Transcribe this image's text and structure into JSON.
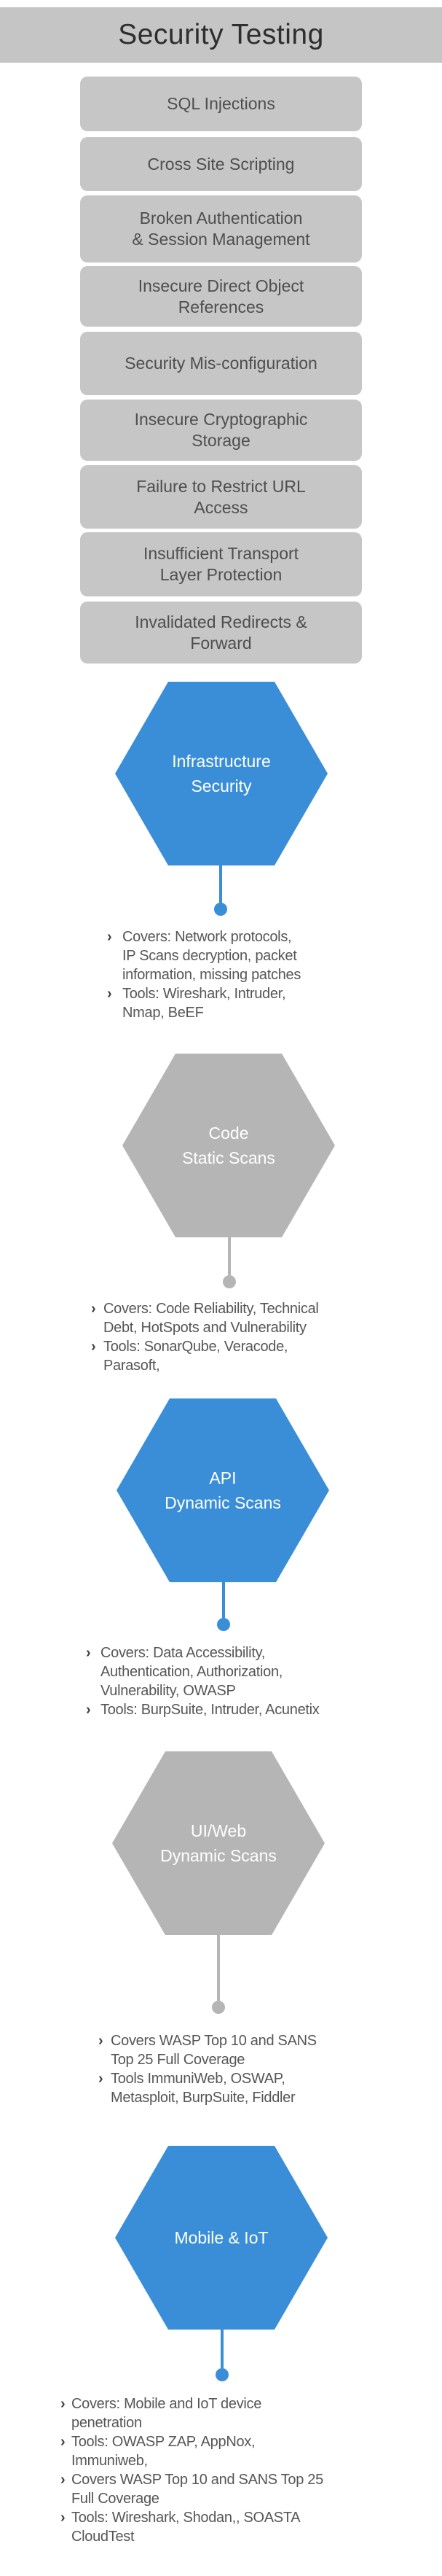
{
  "page": {
    "title": "Security Testing"
  },
  "colors": {
    "accent_blue": "#3a8ed8",
    "shape_gray": "#b5b5b5",
    "panel_gray": "#c6c6c6",
    "band_gray": "#c5c5c5",
    "bullet_text": "#565656",
    "box_text": "#4e4e4e"
  },
  "marker_glyph": "›",
  "topic_boxes": [
    "SQL Injections",
    "Cross Site Scripting",
    "Broken Authentication\n& Session Management",
    "Insecure Direct Object\nReferences",
    "Security Mis-configuration",
    "Insecure Cryptographic\nStorage",
    "Failure to Restrict URL\nAccess",
    "Insufficient Transport\nLayer Protection",
    "Invalidated Redirects &\nForward"
  ],
  "sections": [
    {
      "label": "Infrastructure\nSecurity",
      "color": "blue",
      "bullets": [
        "Covers: Network protocols,\nIP Scans decryption, packet\ninformation, missing patches",
        "Tools: Wireshark, Intruder,\nNmap, BeEF"
      ]
    },
    {
      "label": "Code\nStatic Scans",
      "color": "gray",
      "bullets": [
        "Covers: Code Reliability, Technical\nDebt, HotSpots and Vulnerability",
        "Tools: SonarQube, Veracode,\nParasoft,"
      ]
    },
    {
      "label": "API\nDynamic Scans",
      "color": "blue",
      "bullets": [
        "Covers: Data Accessibility,\nAuthentication, Authorization,\nVulnerability, OWASP",
        "Tools: BurpSuite, Intruder, Acunetix"
      ]
    },
    {
      "label": "UI/Web\nDynamic Scans",
      "color": "gray",
      "bullets": [
        "Covers WASP Top 10 and SANS\nTop 25 Full Coverage",
        "Tools ImmuniWeb, OSWAP,\nMetasploit, BurpSuite, Fiddler"
      ]
    },
    {
      "label": "Mobile & IoT",
      "color": "blue",
      "bullets": [
        "Covers: Mobile and IoT device\npenetration",
        "Tools: OWASP ZAP, AppNox,\nImmuniweb,",
        "Covers WASP Top 10 and SANS Top 25\nFull Coverage",
        "Tools: Wireshark, Shodan,, SOASTA\nCloudTest"
      ]
    }
  ]
}
